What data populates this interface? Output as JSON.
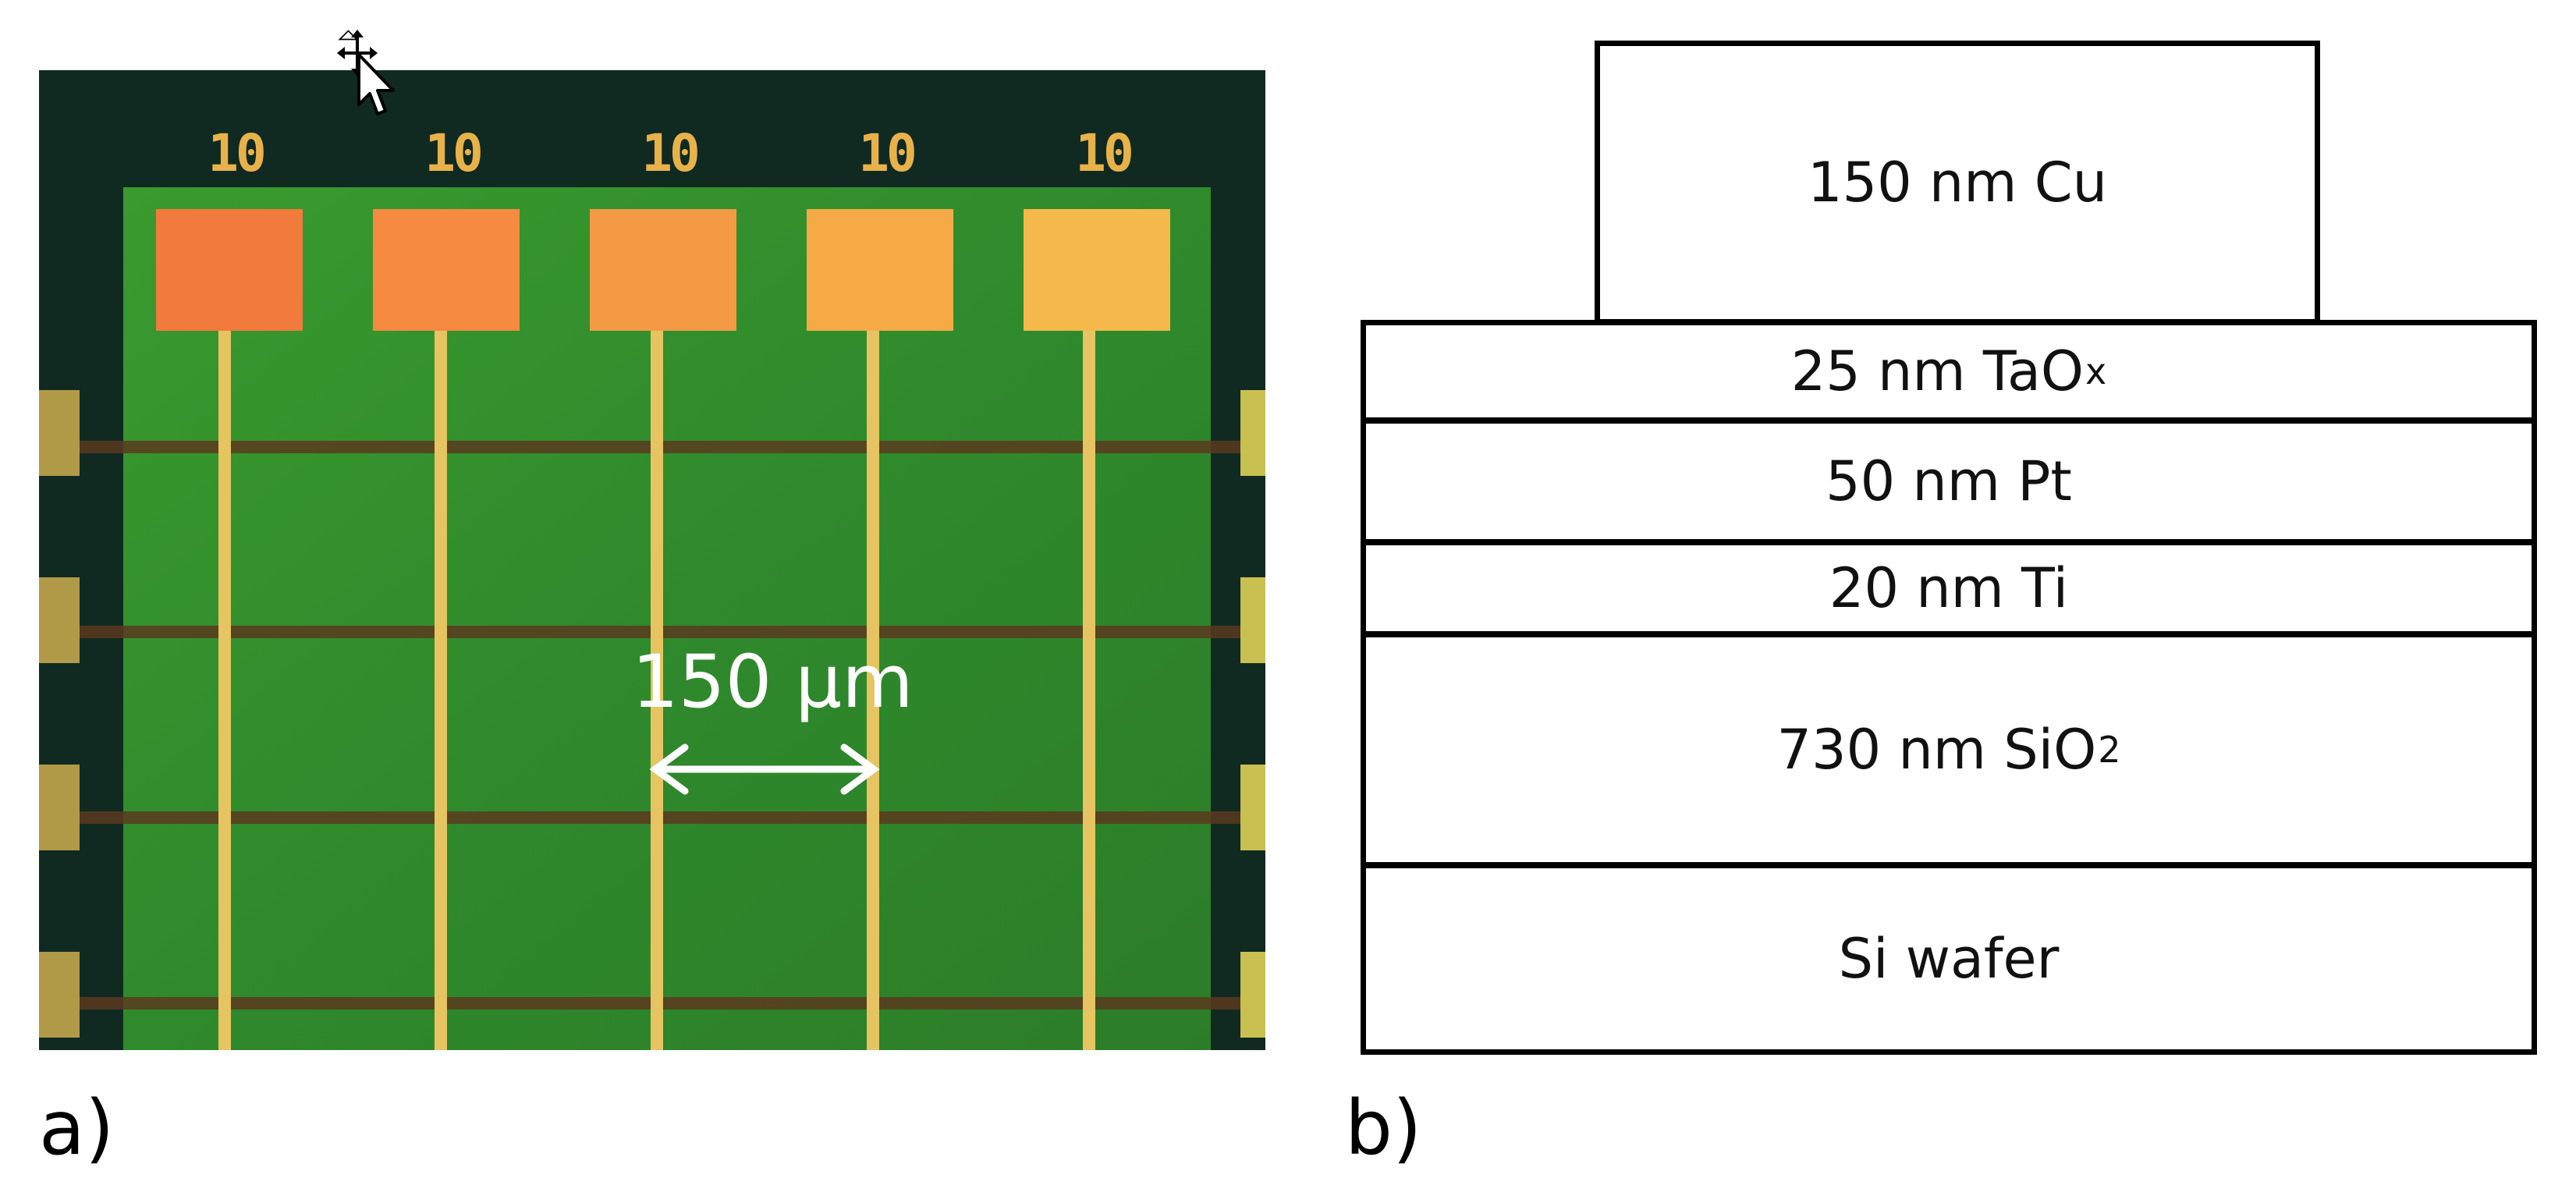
{
  "panel_a": {
    "label": "a)",
    "pad_labels": [
      "10",
      "10",
      "10",
      "10",
      "10"
    ],
    "scale_bar": "150 µm",
    "colors": {
      "substrate": "#2f8a2a",
      "pad": "#f0943a",
      "line": "#e0c060",
      "border": "#0f2a20"
    }
  },
  "panel_b": {
    "label": "b)",
    "layers": {
      "cu": {
        "text": "150 nm Cu"
      },
      "tao": {
        "text": "25 nm TaO",
        "sub": "x"
      },
      "pt": {
        "text": "50 nm Pt"
      },
      "ti": {
        "text": "20 nm Ti"
      },
      "sio2": {
        "text": "730 nm SiO",
        "sub": "2"
      },
      "si": {
        "text": "Si wafer"
      }
    }
  }
}
